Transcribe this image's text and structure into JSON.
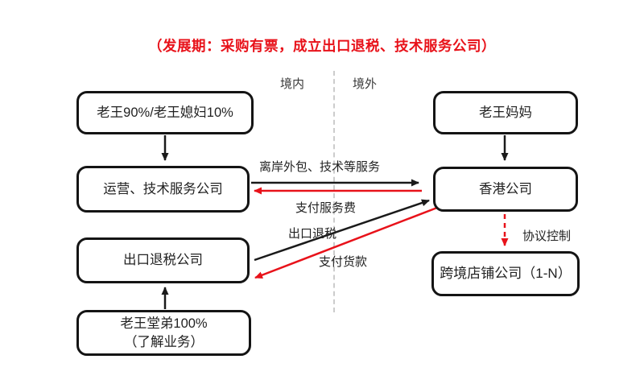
{
  "title": "（发展期：采购有票，成立出口退税、技术服务公司）",
  "regions": {
    "domestic": "境内",
    "overseas": "境外"
  },
  "nodes": {
    "laowang_shareholders": "老王90%/老王媳妇10%",
    "ops_tech_company": "运营、技术服务公司",
    "export_rebate_company": "出口退税公司",
    "cousin_line1": "老王堂弟100%",
    "cousin_line2": "（了解业务）",
    "laowang_mother": "老王妈妈",
    "hk_company": "香港公司",
    "crossborder_shop_company": "跨境店铺公司（1-N）"
  },
  "edges": {
    "offshore_outsourcing": "离岸外包、技术等服务",
    "pay_service_fee": "支付服务费",
    "export_rebate": "出口退税",
    "pay_goods": "支付货款",
    "agreement_control": "协议控制"
  },
  "colors": {
    "accent_red": "#e8121a",
    "line_black": "#1a1a1a",
    "divider_gray": "#cccccc"
  }
}
